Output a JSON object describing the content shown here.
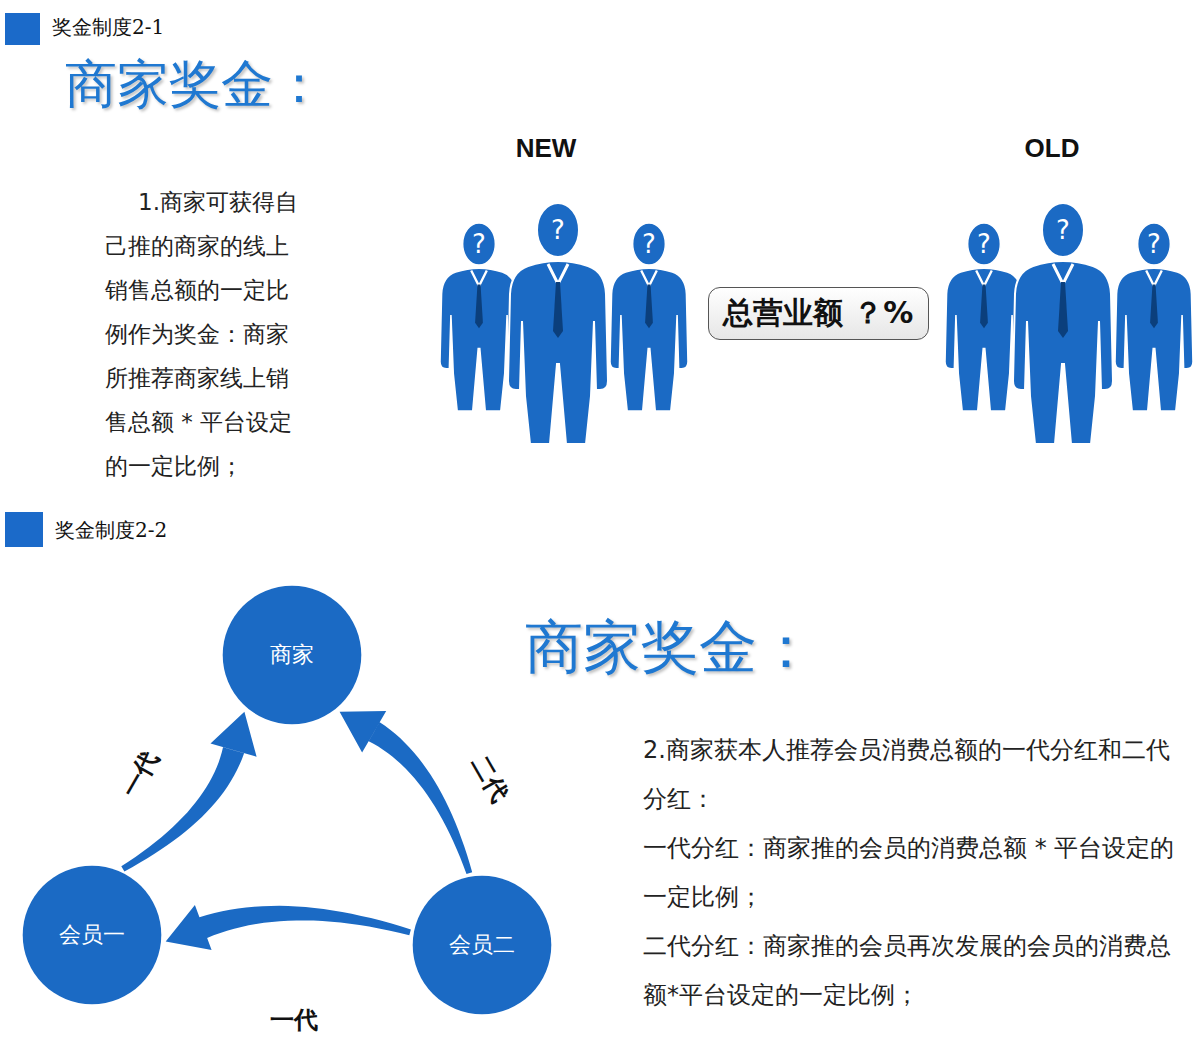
{
  "diagram": {
    "nodes": [
      {
        "text": [
          "总营业额 ？%"
        ]
      },
      {
        "text": [
          "商家"
        ]
      },
      {
        "text": [
          "会员一"
        ]
      },
      {
        "text": [
          "会员二"
        ]
      }
    ],
    "edges": [
      {
        "from": 2,
        "to": 1,
        "label": "一代",
        "arrow": "to"
      },
      {
        "from": 3,
        "to": 1,
        "label": "二代",
        "arrow": "to"
      },
      {
        "from": 3,
        "to": 2,
        "label": "一代",
        "arrow": "to"
      }
    ],
    "labels": [
      "奖金制度2-1",
      "商家奖金：",
      "1.商家可获得自己推的商家的线上销售总额的一定比例作为奖金：商家所推荐商家线上销售总额 * 平台设定的一定比例；",
      "NEW",
      "OLD",
      "?",
      "?",
      "?",
      "?",
      "?",
      "?",
      "奖金制度2-2",
      "商家奖金：",
      "2.商家获本人推荐会员消费总额的一代分红和二代分红：",
      "一代分红：商家推的会员的消费总额 * 平台设定的一定比例；",
      "二代分红：商家推的会员再次发展的会员的消费总额*平台设定的一定比例；"
    ]
  }
}
